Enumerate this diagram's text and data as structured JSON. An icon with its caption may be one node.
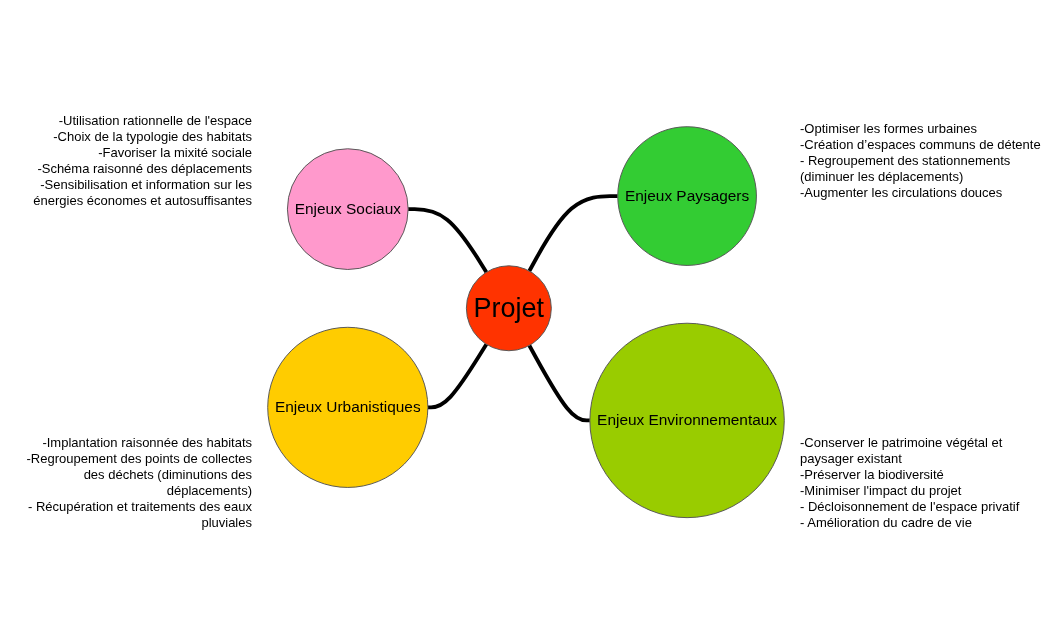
{
  "diagram": {
    "nodes": [
      {
        "text": [
          "Enjeux Sociaux"
        ]
      },
      {
        "text": [
          "Enjeux Urbanistiques"
        ]
      },
      {
        "text": [
          "Projet"
        ]
      },
      {
        "text": [
          "Enjeux Paysagers"
        ]
      },
      {
        "text": [
          "Enjeux Environnementaux"
        ]
      }
    ],
    "edges": [
      {
        "from": 0,
        "to": 2,
        "arrow": "none"
      },
      {
        "from": 1,
        "to": 2,
        "arrow": "none"
      },
      {
        "from": 2,
        "to": 3,
        "arrow": "none"
      },
      {
        "from": 2,
        "to": 4,
        "arrow": "none"
      }
    ],
    "labels": [
      "-Utilisation rationnelle de l'espace",
      "-Choix de la typologie des habitats",
      "-Favoriser la mixité sociale",
      "-Schéma raisonné des déplacements",
      "-Sensibilisation et information sur les énergies économes et autosuffisantes",
      "-Optimiser les formes urbaines",
      "-Création d’espaces communs de détente",
      "- Regroupement des stationnements (diminuer les déplacements)",
      "-Augmenter les circulations douces",
      "-Implantation raisonnée des habitats",
      "-Regroupement des points de collectes des déchets (diminutions des déplacements)",
      "- Récupération et traitements des eaux pluviales",
      "-Conserver le patrimoine végétal et paysager existant",
      "-Préserver la biodiversité",
      "-Minimiser l'impact du projet",
      "- Décloisonnement de l'espace privatif",
      "- Amélioration du cadre de vie"
    ]
  }
}
